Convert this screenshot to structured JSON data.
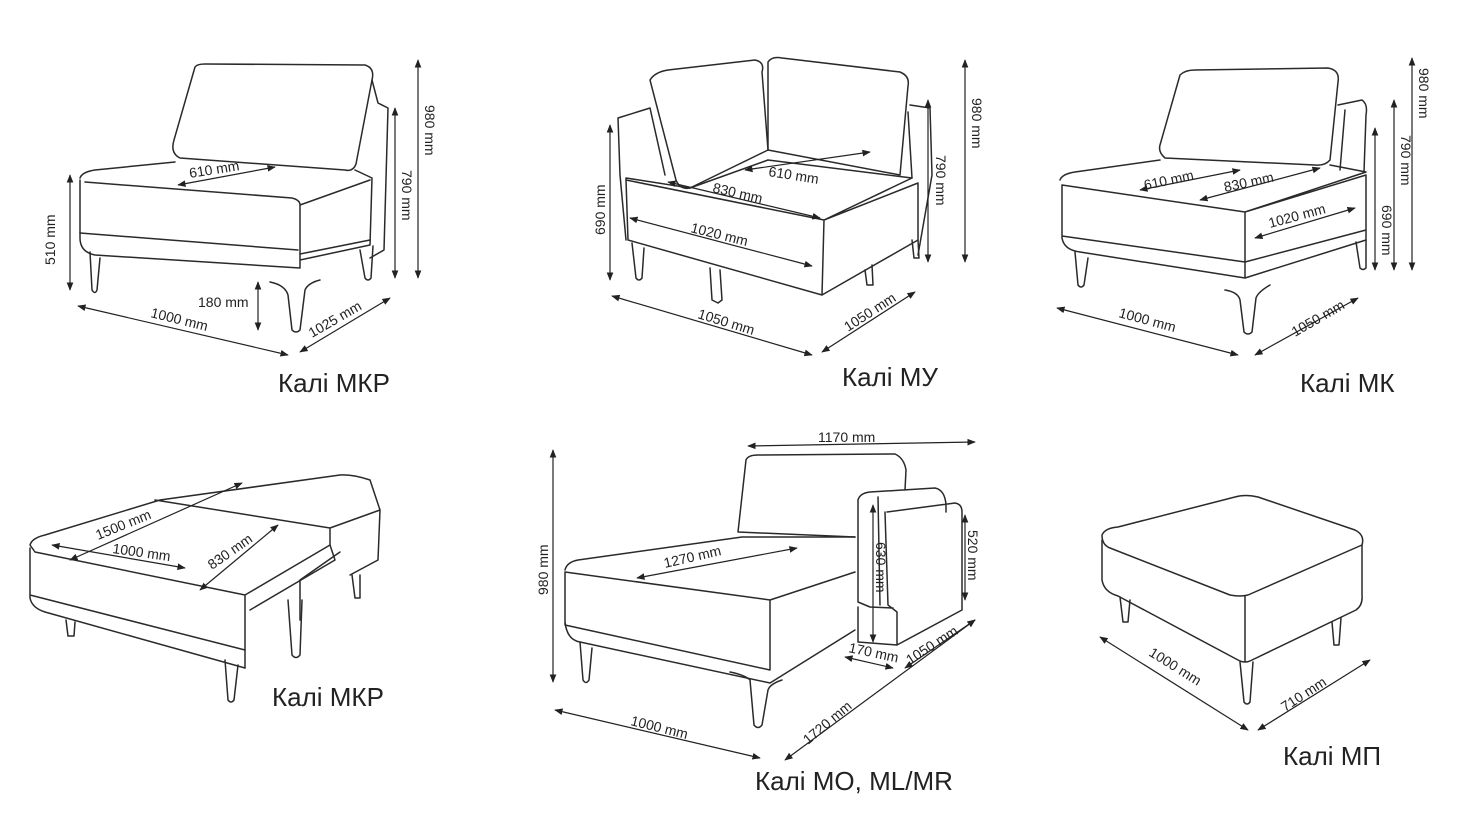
{
  "panels": [
    {
      "title": "Калі МКР",
      "dims": {
        "seat_depth": "610 mm",
        "height_total": "980 mm",
        "height_arm": "790 mm",
        "height_seat": "510 mm",
        "leg_height": "180 mm",
        "width": "1000 mm",
        "depth": "1025 mm"
      }
    },
    {
      "title": "Калі МУ",
      "dims": {
        "seat_depth_inner": "610 mm",
        "seat_depth": "830 mm",
        "seat_diag": "1020 mm",
        "height_arm": "690 mm",
        "height_back": "790 mm",
        "height_total": "980 mm",
        "width": "1050 mm",
        "depth": "1050 mm"
      }
    },
    {
      "title": "Калі МК",
      "dims": {
        "seat_depth_inner": "610 mm",
        "seat_depth": "830 mm",
        "seat_width": "1020 mm",
        "height_total": "980 mm",
        "height_back": "790 mm",
        "height_arm": "690 mm",
        "width": "1000 mm",
        "depth": "1050 mm"
      }
    },
    {
      "title": "Калі МКР",
      "dims": {
        "bed_length": "1500 mm",
        "bed_width": "1000 mm",
        "section": "830 mm"
      }
    },
    {
      "title": "Калі МО, ML/MR",
      "dims": {
        "back_width": "1170 mm",
        "height_total": "980 mm",
        "seat_length": "1270 mm",
        "arm_height": "630 mm",
        "arm_side": "520 mm",
        "arm_width": "170 mm",
        "arm_depth": "1050 mm",
        "width": "1000 mm",
        "length": "1720 mm"
      }
    },
    {
      "title": "Калі МП",
      "dims": {
        "width": "1000 mm",
        "depth": "710 mm"
      }
    }
  ]
}
